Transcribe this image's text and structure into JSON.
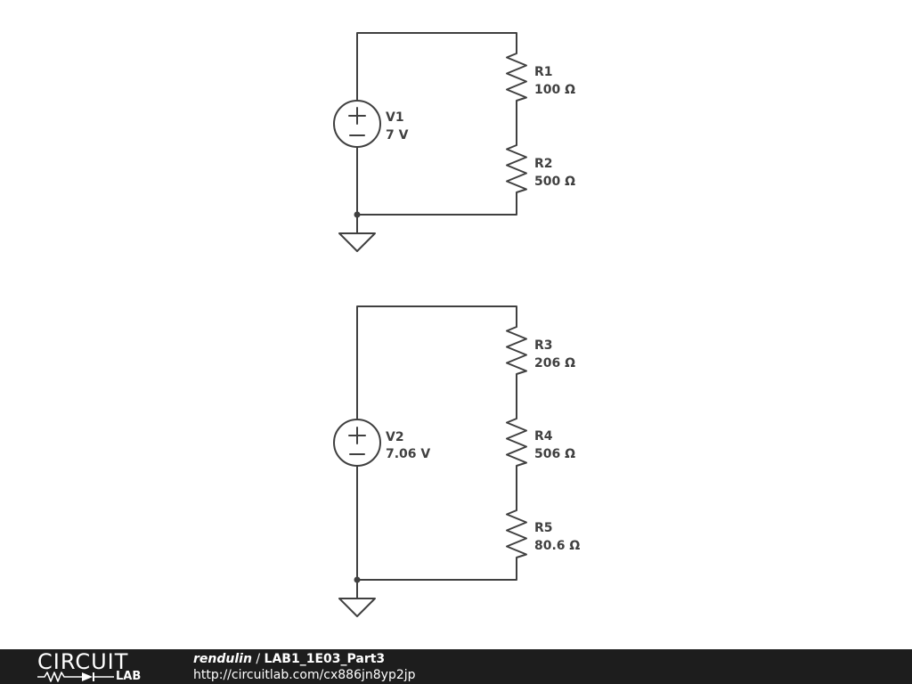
{
  "schematic": {
    "components": [
      {
        "ref": "R1",
        "value": "100 Ω"
      },
      {
        "ref": "R2",
        "value": "500 Ω"
      },
      {
        "ref": "V1",
        "value": "7 V"
      },
      {
        "ref": "R3",
        "value": "206 Ω"
      },
      {
        "ref": "R4",
        "value": "506 Ω"
      },
      {
        "ref": "R5",
        "value": "80.6 Ω"
      },
      {
        "ref": "V2",
        "value": "7.06 V"
      }
    ]
  },
  "footer": {
    "logo_word": "CIRCUIT",
    "logo_sub": "LAB",
    "author": "rendulin",
    "separator": " / ",
    "project": "LAB1_1E03_Part3",
    "url": "http://circuitlab.com/cx886jn8yp2jp"
  },
  "colors": {
    "wire": "#404040",
    "footer_bg": "#1d1d1d",
    "footer_text": "#ffffff"
  }
}
